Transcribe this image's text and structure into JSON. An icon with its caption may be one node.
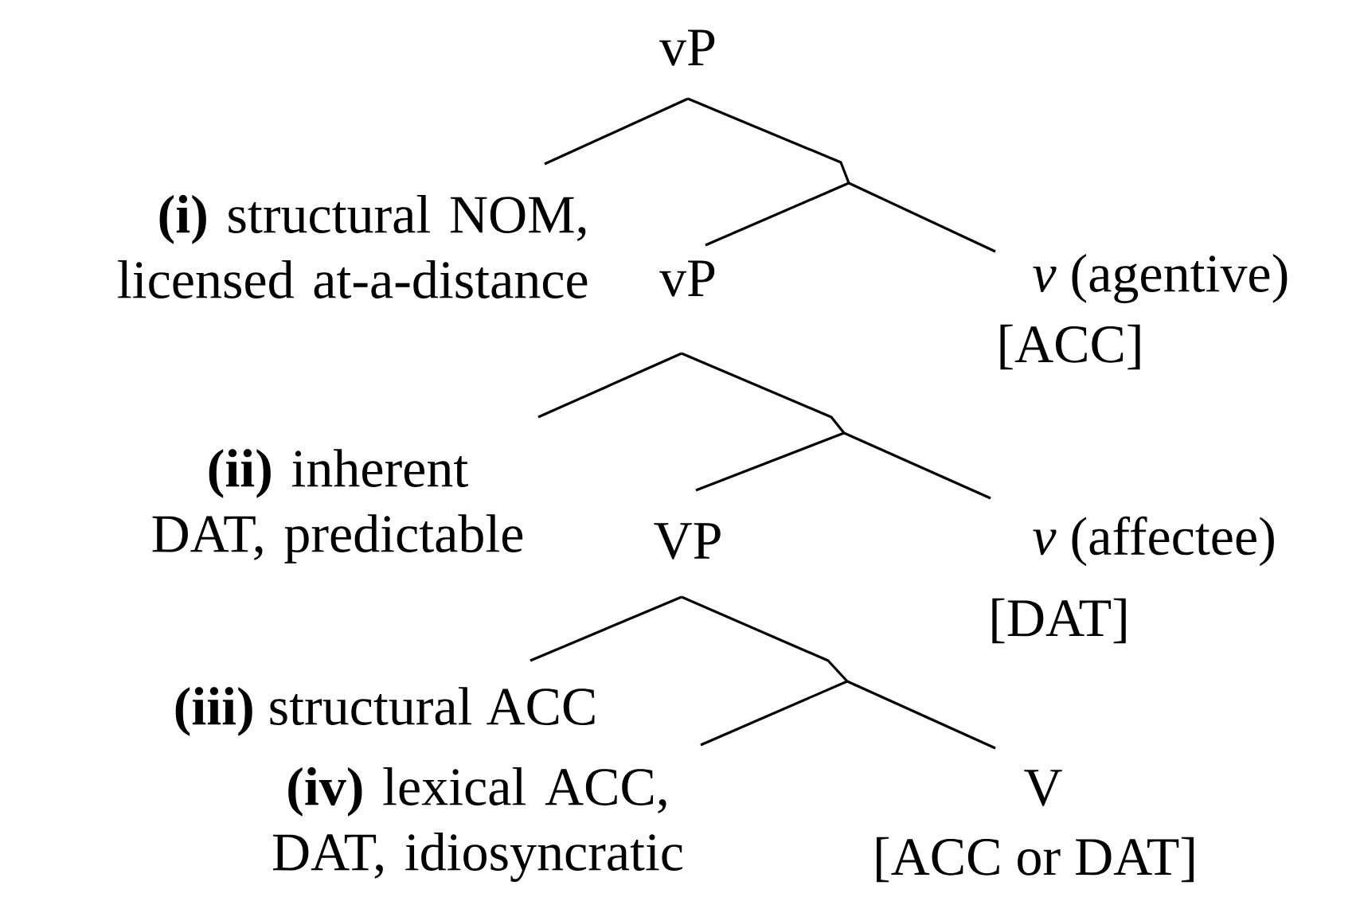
{
  "diagram": {
    "nodes": [
      {
        "text": [
          "vP"
        ]
      },
      {
        "text": [
          "**(i)** structural NOM, licensed at-a-distance"
        ]
      },
      {
        "text": [
          "vP"
        ]
      },
      {
        "text": [
          "*v* (agentive)"
        ],
        "beside": [
          "[ACC]"
        ]
      },
      {
        "text": [
          "**(ii)** inherent DAT, predictable"
        ]
      },
      {
        "text": [
          "VP"
        ]
      },
      {
        "text": [
          "*v* (affectee)"
        ],
        "beside": [
          "[DAT]"
        ]
      },
      {
        "text": [
          "**(iii)** structural ACC"
        ]
      },
      {
        "text": [
          "**(iv)** lexical ACC, DAT, idiosyncratic"
        ]
      },
      {
        "text": [
          "V"
        ],
        "beside": [
          "[ACC or DAT]"
        ]
      }
    ],
    "edges": [
      {
        "from": 0,
        "to": 1,
        "arrow": "none"
      },
      {
        "from": 0,
        "to": 2,
        "arrow": "none"
      },
      {
        "from": 0,
        "to": 3,
        "arrow": "none"
      },
      {
        "from": 2,
        "to": 4,
        "arrow": "none"
      },
      {
        "from": 2,
        "to": 5,
        "arrow": "none"
      },
      {
        "from": 2,
        "to": 6,
        "arrow": "none"
      },
      {
        "from": 5,
        "to": 7,
        "arrow": "none"
      },
      {
        "from": 5,
        "to": 8,
        "arrow": "none"
      },
      {
        "from": 5,
        "to": 9,
        "arrow": "none"
      }
    ]
  }
}
